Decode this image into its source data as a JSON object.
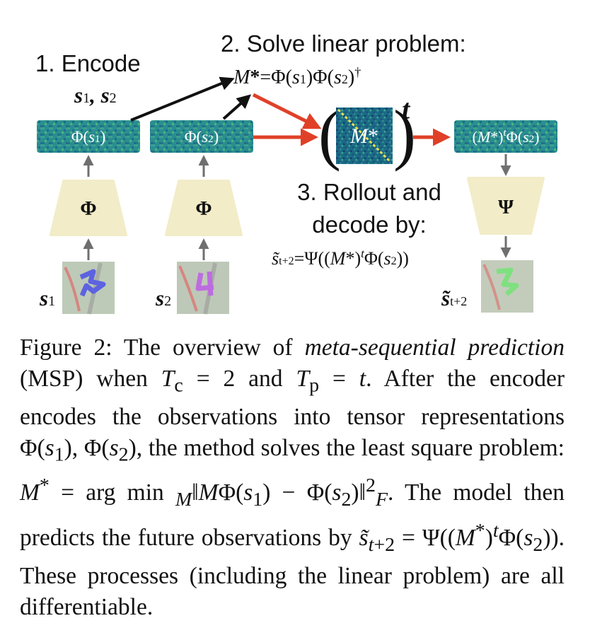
{
  "figure": {
    "steps": {
      "encode": "1. Encode",
      "encode_inputs": "s1, s2",
      "solve": "2. Solve linear problem:",
      "solve_eq": "M*=Φ(s1)Φ(s2)†",
      "rollout_line1": "3. Rollout and",
      "rollout_line2": "decode by:",
      "rollout_eq": "s̃t+2=Ψ((M*)tΦ(s2))"
    },
    "blocks": {
      "phi_s1": "Φ(s1)",
      "phi_s2": "Φ(s2)",
      "encoder1": "Φ",
      "encoder2": "Φ",
      "decoder": "Ψ",
      "mstar": "M*",
      "power": "t",
      "output_rep": "(M*)tΦ(s2)"
    },
    "labels": {
      "s1": "s1",
      "s2": "s2",
      "pred": "s̃t+2"
    },
    "colors": {
      "teal_block": "#1f8b8f",
      "encoder_fill": "#f2ecc8",
      "red_arrow": "#e04028",
      "black_arrow": "#111111",
      "grey_arrow": "#6f6f6f"
    }
  },
  "caption": {
    "label": "Figure 2:",
    "text": "The overview of meta-sequential prediction (MSP) when Tc = 2 and Tp = t. After the encoder encodes the observations into tensor representations Φ(s1), Φ(s2), the method solves the least square problem: M* = arg min_M ||MΦ(s1) − Φ(s2)||²_F. The model then predicts the future observations by s̃t+2 = Ψ((M*)^t Φ(s2)). These processes (including the linear problem) are all differentiable."
  }
}
